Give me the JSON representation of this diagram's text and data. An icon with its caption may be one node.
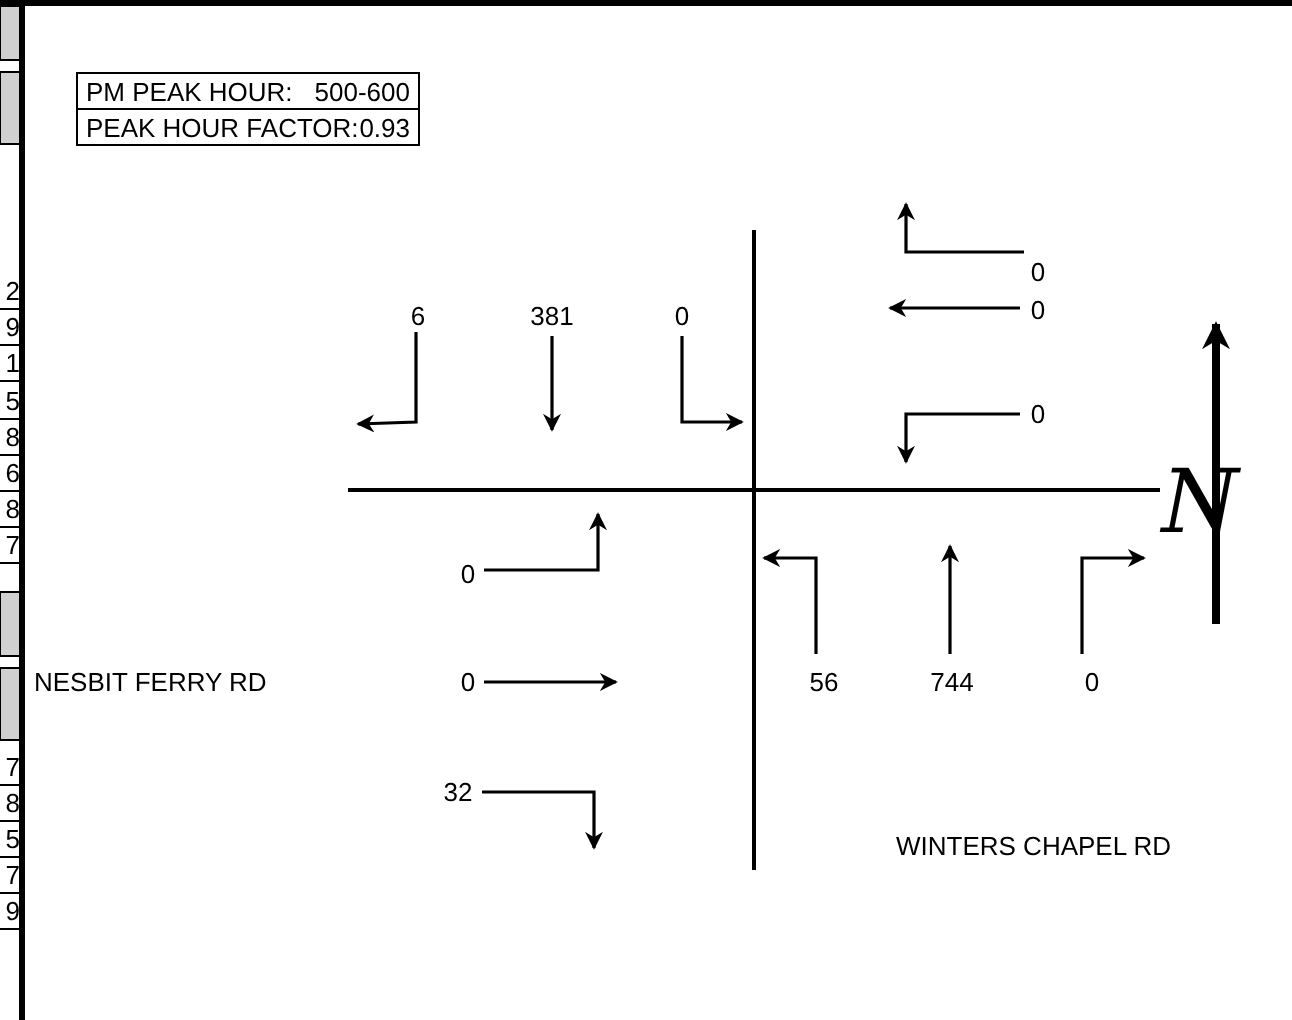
{
  "diagram": {
    "labels": [
      "PM PEAK HOUR:",
      "500-600",
      "PEAK HOUR FACTOR:",
      "0.93",
      "0",
      "6",
      "381",
      "0",
      "0",
      "0",
      "N",
      "0",
      "NESBIT FERRY RD",
      "0",
      "56",
      "744",
      "0",
      "32",
      "WINTERS CHAPEL RD",
      "2",
      "9",
      "1",
      "5",
      "8",
      "6",
      "8",
      "7",
      "7",
      "8",
      "5",
      "7",
      "9"
    ]
  }
}
